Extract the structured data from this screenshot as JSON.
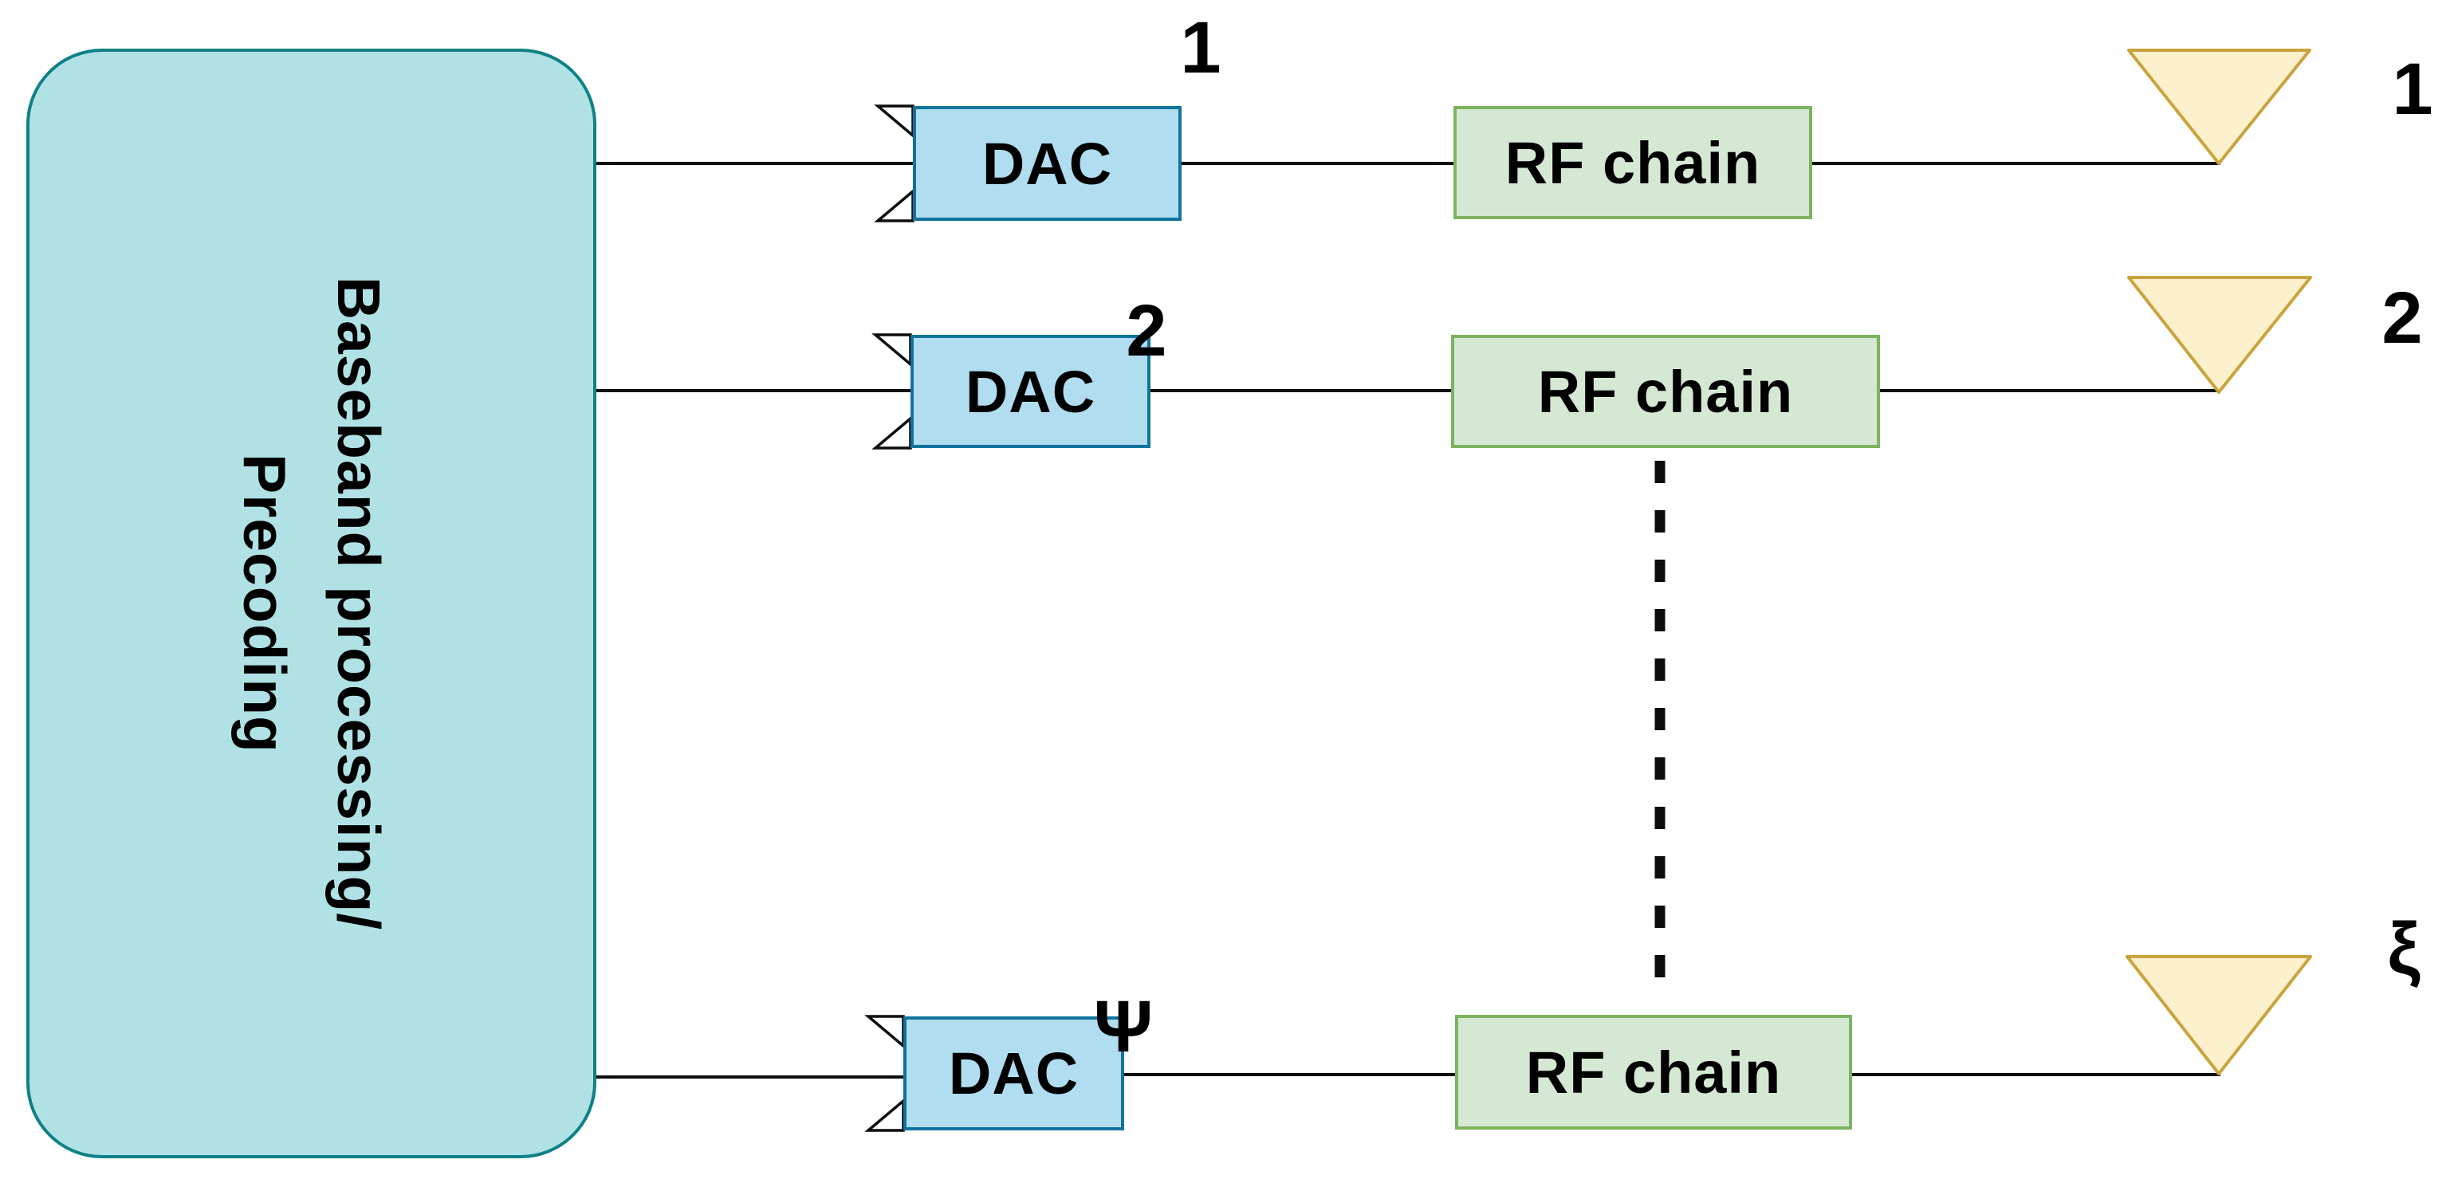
{
  "baseband": {
    "line1": "Baseband processing/",
    "line2": "Precoding"
  },
  "chains": [
    {
      "dac_label": "DAC",
      "dac_index": "1",
      "rf_label": "RF chain",
      "antenna_index": "1"
    },
    {
      "dac_label": "DAC",
      "dac_index": "2",
      "rf_label": "RF chain",
      "antenna_index": "2"
    },
    {
      "dac_label": "DAC",
      "dac_index": "Ψ",
      "rf_label": "RF chain",
      "antenna_index": "ξ"
    }
  ],
  "colors": {
    "baseband_fill": "#b0e2e5",
    "baseband_stroke": "#0f8186",
    "dac_fill": "#b1ddf0",
    "dac_stroke": "#10739e",
    "rf_fill": "#d5e8d4",
    "rf_stroke": "#7cb35e",
    "antenna_fill": "#fdf0cd",
    "antenna_stroke": "#c9a43d",
    "wire": "#0d0d0d"
  }
}
